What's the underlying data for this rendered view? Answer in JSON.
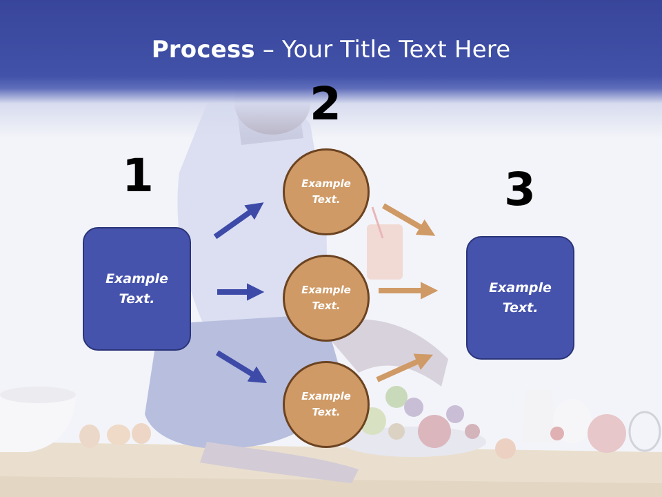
{
  "title": {
    "bold": "Process",
    "rest": " – Your Title Text Here"
  },
  "steps": [
    {
      "number": "1"
    },
    {
      "number": "2"
    },
    {
      "number": "3"
    }
  ],
  "boxes": {
    "left": "Example\nText.",
    "right": "Example\nText."
  },
  "circles": [
    "Example\nText.",
    "Example\nText.",
    "Example\nText."
  ],
  "colors": {
    "banner": "#4152a8",
    "box_fill": "#4653ad",
    "circle_fill": "#cf9a66",
    "blue_arrow": "#3d4aa8",
    "orange_arrow": "#cf9a66"
  }
}
